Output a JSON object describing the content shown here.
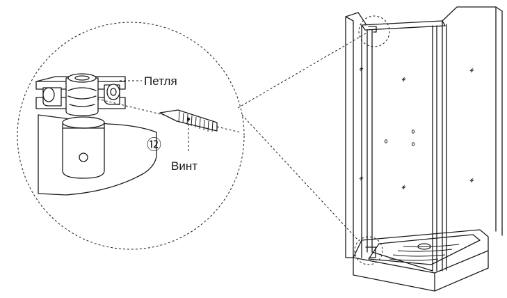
{
  "labels": {
    "hinge": "Петля",
    "screw": "Винт",
    "step": "⑫"
  },
  "colors": {
    "line": "#1a1a1a",
    "background": "#ffffff"
  }
}
